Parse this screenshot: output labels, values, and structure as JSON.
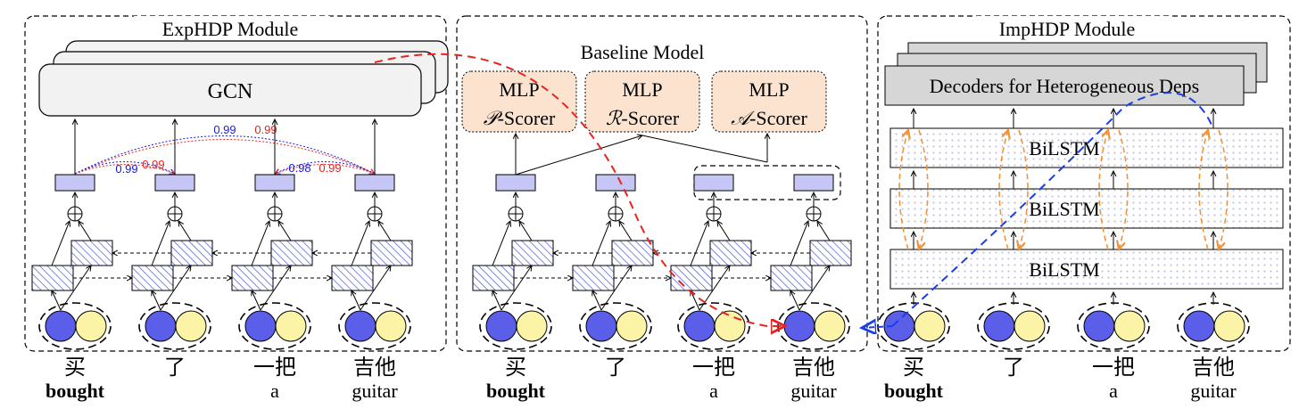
{
  "panels": {
    "exphdp": {
      "title": "ExpHDP Module",
      "gcn_label": "GCN"
    },
    "baseline": {
      "title": "Baseline Model",
      "scorers": [
        {
          "line1": "MLP",
          "symbol": "𝒫",
          "suffix": "-Scorer"
        },
        {
          "line1": "MLP",
          "symbol": "ℛ",
          "suffix": "-Scorer"
        },
        {
          "line1": "MLP",
          "symbol": "𝒜",
          "suffix": "-Scorer"
        }
      ]
    },
    "imphdp": {
      "title": "ImpHDP Module",
      "decoder_label": "Decoders for Heterogeneous Deps",
      "bilstm_labels": [
        "BiLSTM",
        "BiLSTM",
        "BiLSTM"
      ]
    }
  },
  "gcn_weights": {
    "top_blue": "0.99",
    "top_red": "0.99",
    "left_blue": "0.99",
    "left_red": "0.99",
    "right_blue": "0.98",
    "right_red": "0.99"
  },
  "words": [
    {
      "zh": "买",
      "en": "bought",
      "bold": true
    },
    {
      "zh": "了",
      "en": "",
      "bold": false
    },
    {
      "zh": "一把",
      "en": "a",
      "bold": false
    },
    {
      "zh": "吉他",
      "en": "guitar",
      "bold": false
    }
  ],
  "colors": {
    "blue_circle": "#5a5ee8",
    "yellow_circle": "#fbf3a6",
    "lavender_box": "#c6c6f4",
    "scorer_fill": "#fbe3cf",
    "decoder_fill": "#d6d6d6",
    "red_arrow": "#e8231e",
    "blue_arrow": "#1a3ee8",
    "orange_arrow": "#f0943c",
    "weight_blue": "#1a1ae6",
    "weight_red": "#e8231e"
  }
}
